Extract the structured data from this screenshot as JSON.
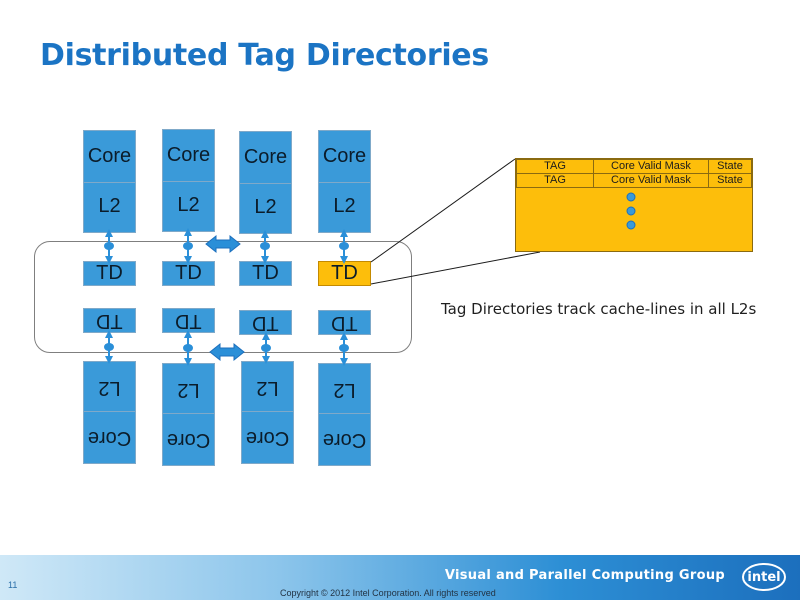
{
  "slide": {
    "title": "Distributed Tag Directories",
    "description": "Tag Directories track cache-lines in all L2s"
  },
  "top_units": [
    {
      "core": "Core",
      "l2": "L2",
      "td": "TD"
    },
    {
      "core": "Core",
      "l2": "L2",
      "td": "TD"
    },
    {
      "core": "Core",
      "l2": "L2",
      "td": "TD"
    },
    {
      "core": "Core",
      "l2": "L2",
      "td": "TD",
      "highlighted": true
    }
  ],
  "bottom_units": [
    {
      "core": "Core",
      "l2": "L2",
      "td": "TD"
    },
    {
      "core": "Core",
      "l2": "L2",
      "td": "TD"
    },
    {
      "core": "Core",
      "l2": "L2",
      "td": "TD"
    },
    {
      "core": "Core",
      "l2": "L2",
      "td": "TD"
    }
  ],
  "tag_table": {
    "rows": [
      [
        "TAG",
        "Core Valid Mask",
        "State"
      ],
      [
        "TAG",
        "Core Valid Mask",
        "State"
      ]
    ]
  },
  "footer": {
    "page_number": "11",
    "group": "Visual and Parallel Computing Group",
    "copyright": "Copyright © 2012 Intel Corporation. All rights reserved",
    "logo_text": "intel"
  },
  "colors": {
    "title": "#1b74c4",
    "block": "#3a9ad9",
    "highlight": "#fdbe0b",
    "connector": "#2a8fd8"
  }
}
